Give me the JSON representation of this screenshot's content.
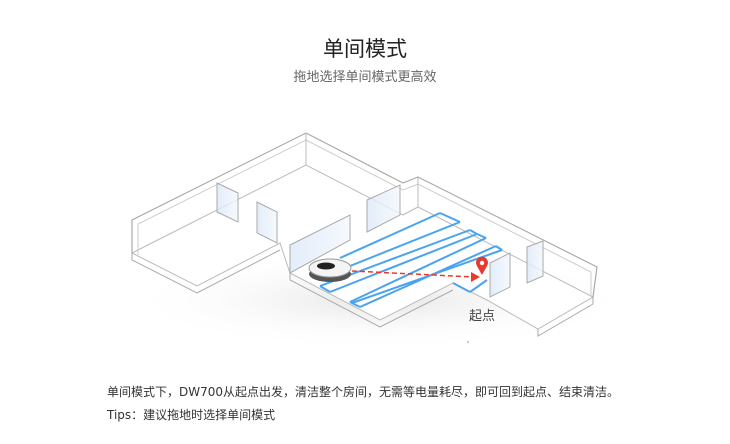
{
  "header": {
    "title": "单间模式",
    "subtitle": "拖地选择单间模式更高效"
  },
  "illustration": {
    "start_label": "起点",
    "path_color": "#e8392f",
    "stripe_color": "#4aa3f0"
  },
  "footer": {
    "description": "单间模式下，DW700从起点出发，清洁整个房间，无需等电量耗尽，即可回到起点、结束清洁。",
    "tips": "Tips：建议拖地时选择单间模式"
  }
}
